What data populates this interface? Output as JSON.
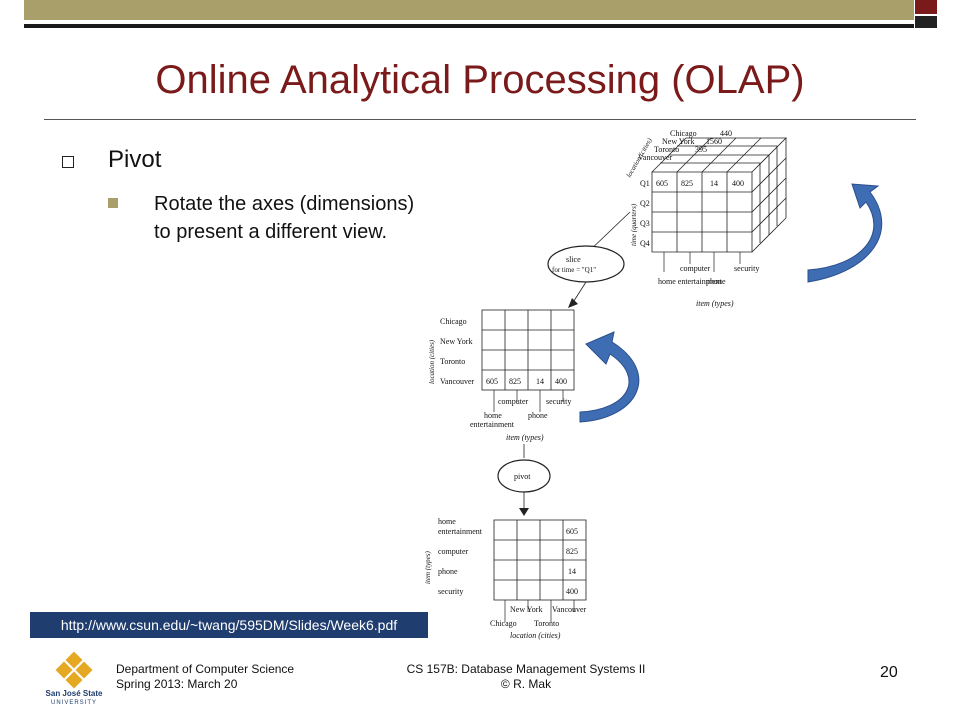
{
  "slide": {
    "title": "Online Analytical Processing (OLAP)",
    "bullet1": "Pivot",
    "bullet2_line1": "Rotate the axes (dimensions)",
    "bullet2_line2": "to present a different view.",
    "source_link": "http://www.csun.edu/~twang/595DM/Slides/Week6.pdf",
    "page_number": "20"
  },
  "footer": {
    "dept": "Department of Computer Science",
    "date": "Spring 2013: March 20",
    "course": "CS 157B: Database Management Systems II",
    "author": "© R. Mak",
    "logo_line1": "San José State",
    "logo_line2": "UNIVERSITY"
  },
  "cube": {
    "location_label": "location (cities)",
    "time_label": "time (quarters)",
    "item_label": "item (types)",
    "cities": [
      "Chicago",
      "New York",
      "Toronto",
      "Vancouver"
    ],
    "back_values": [
      "440",
      "1560",
      "395"
    ],
    "quarters": [
      "Q1",
      "Q2",
      "Q3",
      "Q4"
    ],
    "q1_values": [
      "605",
      "825",
      "14",
      "400"
    ],
    "items_top": [
      "computer",
      "security"
    ],
    "items_bottom": [
      "home entertainment",
      "phone"
    ]
  },
  "slice_op": {
    "line1": "slice",
    "line2": "for time = \"Q1\""
  },
  "slice_table": {
    "cities": [
      "Chicago",
      "New York",
      "Toronto",
      "Vancouver"
    ],
    "values": [
      "605",
      "825",
      "14",
      "400"
    ],
    "items_top": [
      "computer",
      "security"
    ],
    "items_bottom": [
      "home",
      "entertainment",
      "phone"
    ],
    "y_label": "location (cities)",
    "x_label": "item (types)"
  },
  "pivot_op": {
    "label": "pivot"
  },
  "pivot_table": {
    "items": [
      "home",
      "entertainment",
      "computer",
      "phone",
      "security"
    ],
    "values": [
      "605",
      "825",
      "14",
      "400"
    ],
    "cities_top": [
      "New York",
      "Vancouver"
    ],
    "cities_bottom": [
      "Chicago",
      "Toronto"
    ],
    "y_label": "item (types)",
    "x_label": "location (cities)"
  },
  "colors": {
    "title": "#7a1a1a",
    "accent": "#a89f6a",
    "arrow": "#3f6db3",
    "link_bg": "#1f3d6e"
  }
}
